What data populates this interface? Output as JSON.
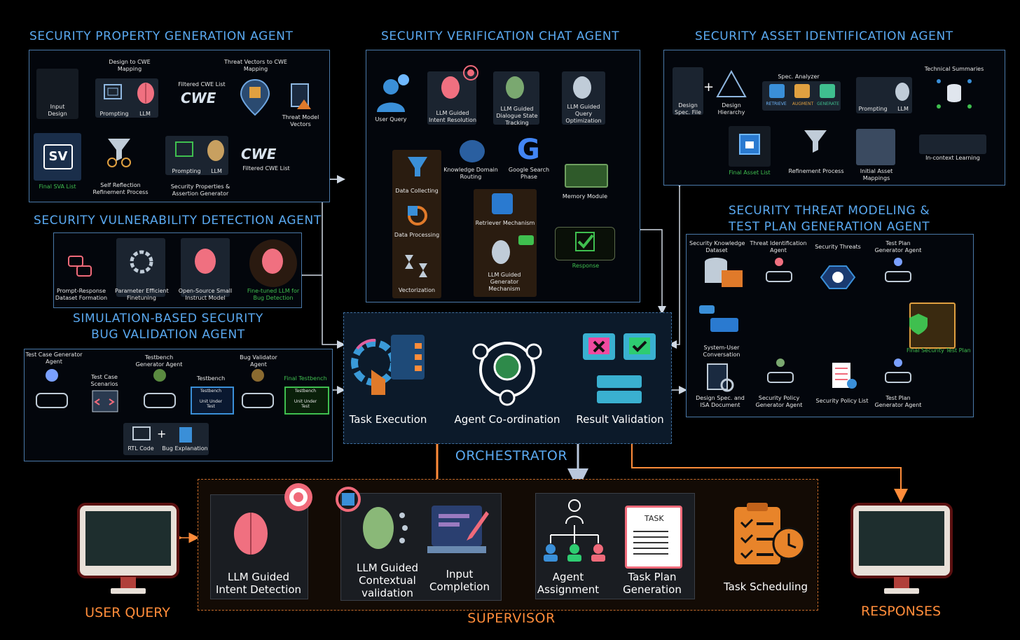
{
  "colors": {
    "title_blue": "#5aa9f0",
    "accent_orange": "#ff8c3a",
    "brain_pink": "#f07080",
    "green": "#3fbf4f",
    "bg": "#000000"
  },
  "sections": {
    "property": {
      "title": "SECURITY PROPERTY GENERATION AGENT",
      "labels": {
        "design_cwe": "Design to CWE\nMapping",
        "threat_cwe": "Threat Vectors to CWE\nMapping",
        "input_design": "Input\nDesign",
        "prompting1": "Prompting",
        "llm1": "LLM",
        "filtered1": "Filtered CWE List",
        "threat_model": "Threat Model\nVectors",
        "final_sva": "Final SVA List",
        "self_reflection": "Self Reflection\nRefinement Process",
        "prompting2": "Prompting",
        "llm2": "LLM",
        "filtered2": "Filtered CWE List",
        "assertion_gen": "Security Properties &\nAssertion Generator",
        "sv_badge": "SV"
      }
    },
    "chat": {
      "title": "SECURITY VERIFICATION CHAT AGENT",
      "labels": {
        "user_query": "User Query",
        "intent": "LLM Guided\nIntent Resolution",
        "dialogue": "LLM Guided\nDialogue State\nTracking",
        "query_opt": "LLM Guided\nQuery\nOptimization",
        "knowledge": "Knowledge Domain\nRouting",
        "google": "Google Search\nPhase",
        "memory": "Memory Module",
        "data_collecting": "Data Collecting",
        "data_processing": "Data Processing",
        "vectorization": "Vectorization",
        "retriever": "Retriever Mechanism",
        "generator": "LLM Guided\nGenerator\nMechanism",
        "response": "Response"
      }
    },
    "asset": {
      "title": "SECURITY ASSET IDENTIFICATION AGENT",
      "labels": {
        "design_spec": "Design\nSpec. File",
        "design_hierarchy": "Design\nHierarchy",
        "spec_analyzer": "Spec. Analyzer",
        "retrieve": "RETRIEVE",
        "augment": "AUGMENT",
        "generate": "GENERATE",
        "prompting": "Prompting",
        "llm": "LLM",
        "technical": "Technical Summaries",
        "incontext": "In-context Learning",
        "initial": "Initial Asset\nMappings",
        "refinement": "Refinement Process",
        "final_asset": "Final Asset List"
      }
    },
    "vuln": {
      "title": "SECURITY VULNERABILITY DETECTION AGENT",
      "labels": {
        "dataset": "Prompt-Response\nDataset Formation",
        "peft": "Parameter Efficient\nFinetuning",
        "oss": "Open-Source Small\nInstruct Model",
        "finetuned": "Fine-tuned LLM for\nBug Detection"
      }
    },
    "threat": {
      "title": "SECURITY THREAT MODELING &\nTEST PLAN GENERATION AGENT",
      "labels": {
        "knowledge_ds": "Security Knowledge\nDataset",
        "threat_id": "Threat Identification\nAgent",
        "sec_threats": "Security Threats",
        "tp_agent1": "Test Plan\nGenerator Agent",
        "conversation": "System-User\nConversation",
        "final_plan": "Final Security Test Plan",
        "design_isa": "Design Spec. and\nISA Document",
        "policy_agent": "Security Policy\nGenerator Agent",
        "policy_list": "Security Policy List",
        "tp_agent2": "Test Plan\nGenerator Agent"
      }
    },
    "sim": {
      "title": "SIMULATION-BASED SECURITY\nBUG VALIDATION AGENT",
      "labels": {
        "tc_agent": "Test Case Generator\nAgent",
        "tc_scenarios": "Test Case\nScenarios",
        "tb_agent": "Testbench\nGenerator Agent",
        "testbench": "Testbench",
        "bug_agent": "Bug Validator\nAgent",
        "final_tb": "Final Testbench",
        "rtl": "RTL Code",
        "bug_expl": "Bug Explanation",
        "tb_header": "Testbench",
        "uut": "Unit Under\nTest"
      }
    }
  },
  "orchestrator": {
    "label": "ORCHESTRATOR",
    "task_execution": "Task Execution",
    "coordination": "Agent Co-ordination",
    "validation": "Result Validation"
  },
  "supervisor": {
    "label": "SUPERVISOR",
    "intent": "LLM Guided\nIntent Detection",
    "contextual": "LLM Guided\nContextual\nvalidation",
    "input_completion": "Input\nCompletion",
    "assignment": "Agent\nAssignment",
    "task_plan": "Task Plan\nGeneration",
    "task_badge": "TASK",
    "scheduling": "Task Scheduling"
  },
  "user_query": "USER QUERY",
  "responses": "RESPONSES"
}
